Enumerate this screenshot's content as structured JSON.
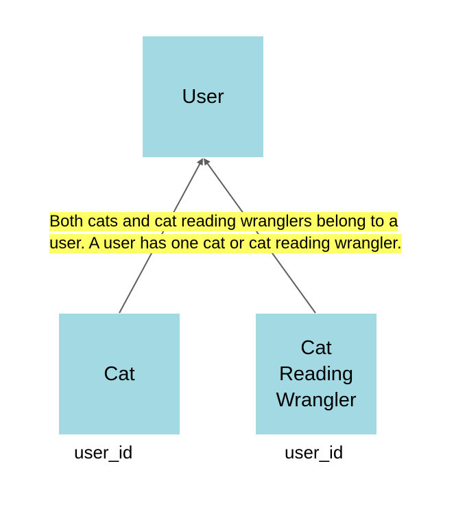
{
  "entities": {
    "user": {
      "label": "User"
    },
    "cat": {
      "label": "Cat",
      "field": "user_id"
    },
    "wrangler": {
      "label": "Cat\nReading\nWrangler",
      "field": "user_id"
    }
  },
  "annotation": {
    "text": "Both cats and cat reading wranglers belong to a user. A user has one cat or cat reading wrangler."
  },
  "colors": {
    "box_fill": "#a3d9e2",
    "highlight": "#ffff66",
    "connector": "#5f5f5f"
  }
}
